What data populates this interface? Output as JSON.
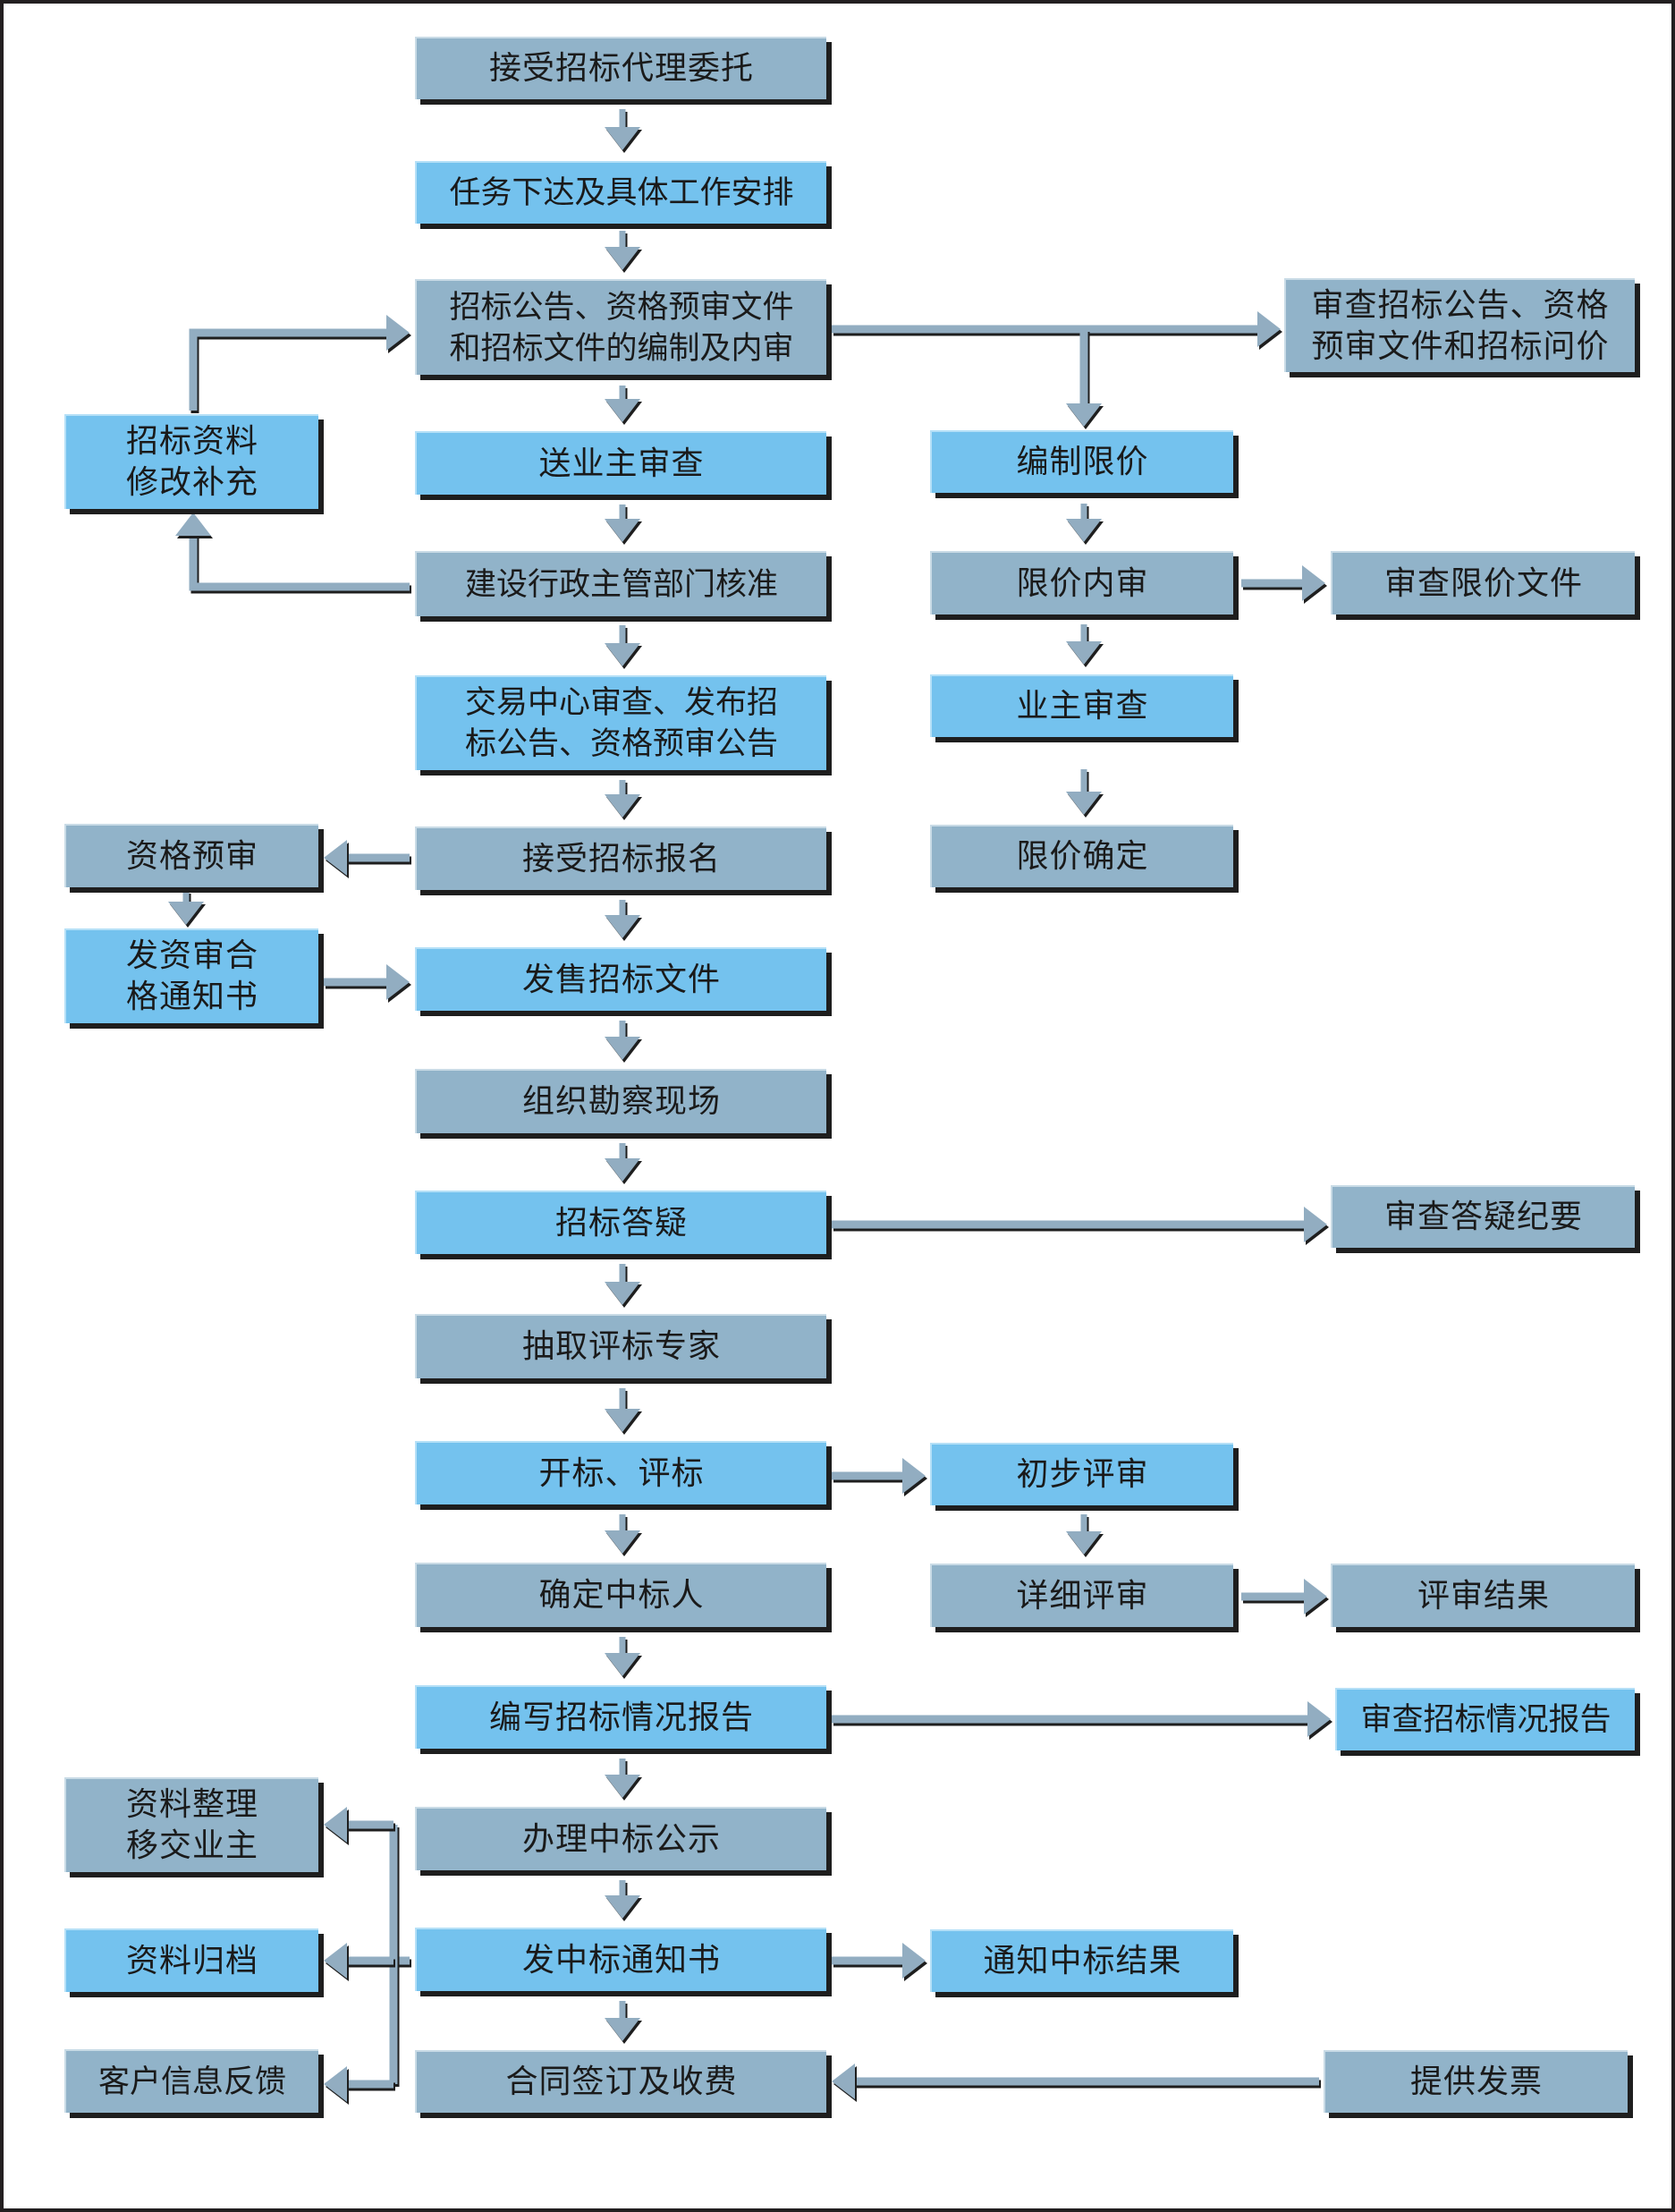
{
  "title": "招标代理工作流程",
  "colors": {
    "grey_box": "#91b3c9",
    "blue_box": "#74c2ee",
    "arrow": "#92adc1",
    "shadow": "#1e1e1e"
  },
  "nodes": {
    "main": [
      {
        "id": "m1",
        "label": "接受招标代理委托",
        "style": "grey"
      },
      {
        "id": "m2",
        "label": "任务下达及具体工作安排",
        "style": "blue"
      },
      {
        "id": "m3",
        "label": "招标公告、资格预审文件\n和招标文件的编制及内审",
        "style": "grey"
      },
      {
        "id": "m4",
        "label": "送业主审查",
        "style": "blue"
      },
      {
        "id": "m5",
        "label": "建设行政主管部门核准",
        "style": "grey"
      },
      {
        "id": "m6",
        "label": "交易中心审查、发布招\n标公告、资格预审公告",
        "style": "blue"
      },
      {
        "id": "m7",
        "label": "接受招标报名",
        "style": "grey"
      },
      {
        "id": "m8",
        "label": "发售招标文件",
        "style": "blue"
      },
      {
        "id": "m9",
        "label": "组织勘察现场",
        "style": "grey"
      },
      {
        "id": "m10",
        "label": "招标答疑",
        "style": "blue"
      },
      {
        "id": "m11",
        "label": "抽取评标专家",
        "style": "grey"
      },
      {
        "id": "m12",
        "label": "开标、评标",
        "style": "blue"
      },
      {
        "id": "m13",
        "label": "确定中标人",
        "style": "grey"
      },
      {
        "id": "m14",
        "label": "编写招标情况报告",
        "style": "blue"
      },
      {
        "id": "m15",
        "label": "办理中标公示",
        "style": "grey"
      },
      {
        "id": "m16",
        "label": "发中标通知书",
        "style": "blue"
      },
      {
        "id": "m17",
        "label": "合同签订及收费",
        "style": "grey"
      }
    ],
    "left": [
      {
        "id": "l1",
        "label": "招标资料\n修改补充",
        "style": "blue"
      },
      {
        "id": "l2",
        "label": "资格预审",
        "style": "grey"
      },
      {
        "id": "l3",
        "label": "发资审合\n格通知书",
        "style": "blue"
      },
      {
        "id": "l4",
        "label": "资料整理\n移交业主",
        "style": "grey"
      },
      {
        "id": "l5",
        "label": "资料归档",
        "style": "blue"
      },
      {
        "id": "l6",
        "label": "客户信息反馈",
        "style": "grey"
      }
    ],
    "middle": [
      {
        "id": "c1",
        "label": "编制限价",
        "style": "blue"
      },
      {
        "id": "c2",
        "label": "限价内审",
        "style": "grey"
      },
      {
        "id": "c3",
        "label": "业主审查",
        "style": "blue"
      },
      {
        "id": "c4",
        "label": "限价确定",
        "style": "grey"
      },
      {
        "id": "c5",
        "label": "初步评审",
        "style": "blue"
      },
      {
        "id": "c6",
        "label": "详细评审",
        "style": "grey"
      },
      {
        "id": "c7",
        "label": "通知中标结果",
        "style": "blue"
      }
    ],
    "right": [
      {
        "id": "r1",
        "label": "审查招标公告、资格\n预审文件和招标问价",
        "style": "grey"
      },
      {
        "id": "r2",
        "label": "审查限价文件",
        "style": "grey"
      },
      {
        "id": "r3",
        "label": "审查答疑纪要",
        "style": "grey"
      },
      {
        "id": "r4",
        "label": "评审结果",
        "style": "grey"
      },
      {
        "id": "r5",
        "label": "审查招标情况报告",
        "style": "blue"
      },
      {
        "id": "r6",
        "label": "提供发票",
        "style": "grey"
      }
    ]
  },
  "edges": [
    [
      "m1",
      "m2"
    ],
    [
      "m2",
      "m3"
    ],
    [
      "m3",
      "m4"
    ],
    [
      "m4",
      "m5"
    ],
    [
      "m5",
      "m6"
    ],
    [
      "m6",
      "m7"
    ],
    [
      "m7",
      "m8"
    ],
    [
      "m8",
      "m9"
    ],
    [
      "m9",
      "m10"
    ],
    [
      "m10",
      "m11"
    ],
    [
      "m11",
      "m12"
    ],
    [
      "m12",
      "m13"
    ],
    [
      "m13",
      "m14"
    ],
    [
      "m14",
      "m15"
    ],
    [
      "m15",
      "m16"
    ],
    [
      "m16",
      "m17"
    ],
    [
      "m3",
      "r1"
    ],
    [
      "m3",
      "c1"
    ],
    [
      "c1",
      "c2"
    ],
    [
      "c2",
      "r2"
    ],
    [
      "c2",
      "c3"
    ],
    [
      "c3",
      "c4"
    ],
    [
      "m5",
      "l1"
    ],
    [
      "l1",
      "m3"
    ],
    [
      "m7",
      "l2"
    ],
    [
      "l2",
      "l3"
    ],
    [
      "l3",
      "m8"
    ],
    [
      "m10",
      "r3"
    ],
    [
      "m12",
      "c5"
    ],
    [
      "c5",
      "c6"
    ],
    [
      "c6",
      "r4"
    ],
    [
      "m14",
      "r5"
    ],
    [
      "m16",
      "c7"
    ],
    [
      "m16",
      "l4"
    ],
    [
      "m16",
      "l5"
    ],
    [
      "m16",
      "l6"
    ],
    [
      "r6",
      "m17"
    ]
  ]
}
